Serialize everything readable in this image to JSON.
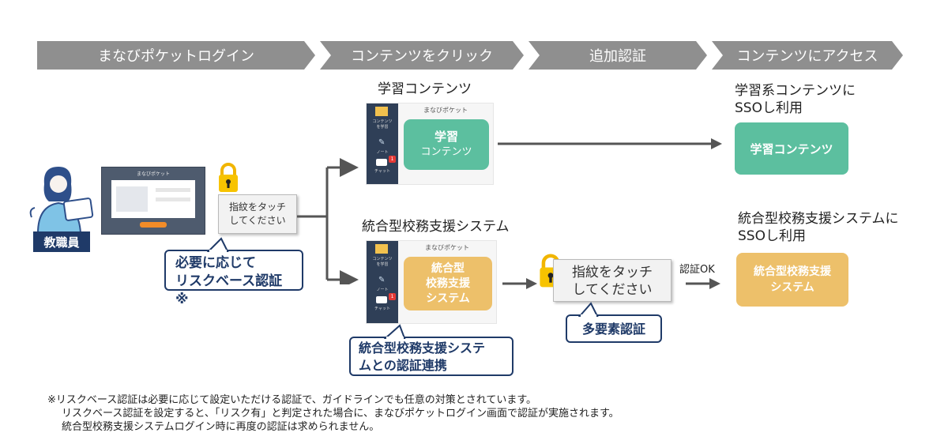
{
  "steps": [
    "まなびポケットログイン",
    "コンテンツをクリック",
    "追加認証",
    "コンテンツにアクセス"
  ],
  "teacher_label": "教職員",
  "login_screen": {
    "title": "まなびポケット"
  },
  "touch_small": [
    "指紋をタッチ",
    "してください"
  ],
  "callout_risk": [
    "必要に応じて",
    "リスクベース認証※"
  ],
  "learning": {
    "heading": "学習コンテンツ",
    "mock_title": "まなびポケット",
    "mock_card": [
      "学習",
      "コンテンツ"
    ],
    "mock_side": [
      "コンテンツ",
      "を学習",
      "ノート",
      "チャット"
    ],
    "badge": "1"
  },
  "school": {
    "heading": "統合型校務支援システム",
    "mock_title": "まなびポケット",
    "mock_card": [
      "統合型",
      "校務支援",
      "システム"
    ],
    "mock_side": [
      "コンテンツ",
      "を学習",
      "ノート",
      "チャット"
    ],
    "badge": "1"
  },
  "callout_link": [
    "統合型校務支援システ",
    "ムとの認証連携"
  ],
  "touch_large": [
    "指紋をタッチ",
    "してください"
  ],
  "callout_mfa": "多要素認証",
  "auth_ok": "認証OK",
  "access_learning": {
    "heading": [
      "学習系コンテンツに",
      "SSOし利用"
    ],
    "box": "学習コンテンツ"
  },
  "access_school": {
    "heading": [
      "統合型校務支援システムに",
      "SSOし利用"
    ],
    "box": [
      "統合型校務支援",
      "システム"
    ]
  },
  "notes": [
    "※リスクベース認証は必要に応じて設定いただける認証で、ガイドラインでも任意の対策とされています。",
    "リスクベース認証を設定すると、「リスク有」と判定された場合に、まなびポケットログイン画面で認証が実施されます。",
    "統合型校務支援システムログイン時に再度の認証は求められません。"
  ],
  "colors": {
    "teal": "#5cbf9f",
    "amber": "#edc06a",
    "step": "#8f8f8f",
    "navy": "#1f3a68"
  }
}
